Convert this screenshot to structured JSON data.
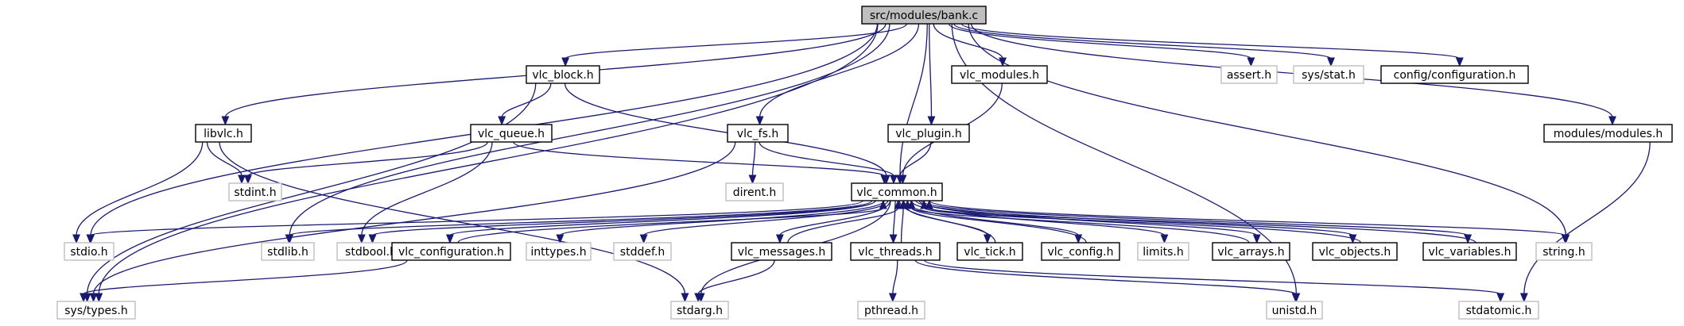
{
  "nodes": {
    "root": {
      "label": "src/modules/bank.c",
      "kind": "root",
      "interactable": false
    },
    "vlc_block": {
      "label": "vlc_block.h",
      "kind": "solid",
      "interactable": true
    },
    "vlc_modules": {
      "label": "vlc_modules.h",
      "kind": "solid",
      "interactable": true
    },
    "assert": {
      "label": "assert.h",
      "kind": "ext",
      "interactable": false
    },
    "sys_stat": {
      "label": "sys/stat.h",
      "kind": "ext",
      "interactable": false
    },
    "config_configuration": {
      "label": "config/configuration.h",
      "kind": "solid",
      "interactable": true
    },
    "libvlc": {
      "label": "libvlc.h",
      "kind": "solid",
      "interactable": true
    },
    "vlc_queue": {
      "label": "vlc_queue.h",
      "kind": "solid",
      "interactable": true
    },
    "vlc_fs": {
      "label": "vlc_fs.h",
      "kind": "solid",
      "interactable": true
    },
    "vlc_plugin": {
      "label": "vlc_plugin.h",
      "kind": "solid",
      "interactable": true
    },
    "modules_modules": {
      "label": "modules/modules.h",
      "kind": "solid",
      "interactable": true
    },
    "stdint": {
      "label": "stdint.h",
      "kind": "ext",
      "interactable": false
    },
    "dirent": {
      "label": "dirent.h",
      "kind": "ext",
      "interactable": false
    },
    "vlc_common": {
      "label": "vlc_common.h",
      "kind": "solid",
      "interactable": true
    },
    "stdio": {
      "label": "stdio.h",
      "kind": "ext",
      "interactable": false
    },
    "stdlib": {
      "label": "stdlib.h",
      "kind": "ext",
      "interactable": false
    },
    "stdbool": {
      "label": "stdbool.h",
      "kind": "ext",
      "interactable": false
    },
    "vlc_configuration": {
      "label": "vlc_configuration.h",
      "kind": "solid",
      "interactable": true
    },
    "inttypes": {
      "label": "inttypes.h",
      "kind": "ext",
      "interactable": false
    },
    "stddef": {
      "label": "stddef.h",
      "kind": "ext",
      "interactable": false
    },
    "vlc_messages": {
      "label": "vlc_messages.h",
      "kind": "solid",
      "interactable": true
    },
    "vlc_threads": {
      "label": "vlc_threads.h",
      "kind": "solid",
      "interactable": true
    },
    "vlc_tick": {
      "label": "vlc_tick.h",
      "kind": "solid",
      "interactable": true
    },
    "vlc_config": {
      "label": "vlc_config.h",
      "kind": "solid",
      "interactable": true
    },
    "limits": {
      "label": "limits.h",
      "kind": "ext",
      "interactable": false
    },
    "vlc_arrays": {
      "label": "vlc_arrays.h",
      "kind": "solid",
      "interactable": true
    },
    "vlc_objects": {
      "label": "vlc_objects.h",
      "kind": "solid",
      "interactable": true
    },
    "vlc_variables": {
      "label": "vlc_variables.h",
      "kind": "solid",
      "interactable": true
    },
    "string": {
      "label": "string.h",
      "kind": "ext",
      "interactable": false
    },
    "sys_types": {
      "label": "sys/types.h",
      "kind": "ext",
      "interactable": false
    },
    "stdarg": {
      "label": "stdarg.h",
      "kind": "ext",
      "interactable": false
    },
    "pthread": {
      "label": "pthread.h",
      "kind": "ext",
      "interactable": false
    },
    "unistd": {
      "label": "unistd.h",
      "kind": "ext",
      "interactable": false
    },
    "stdatomic": {
      "label": "stdatomic.h",
      "kind": "ext",
      "interactable": false
    }
  },
  "edges": [
    [
      "root",
      "vlc_block"
    ],
    [
      "root",
      "vlc_modules"
    ],
    [
      "root",
      "assert"
    ],
    [
      "root",
      "sys_stat"
    ],
    [
      "root",
      "config_configuration"
    ],
    [
      "root",
      "libvlc"
    ],
    [
      "root",
      "vlc_fs"
    ],
    [
      "root",
      "vlc_plugin"
    ],
    [
      "root",
      "modules_modules"
    ],
    [
      "root",
      "vlc_common"
    ],
    [
      "root",
      "stdio"
    ],
    [
      "root",
      "stdlib"
    ],
    [
      "root",
      "string"
    ],
    [
      "root",
      "sys_types"
    ],
    [
      "root",
      "unistd"
    ],
    [
      "vlc_block",
      "vlc_queue"
    ],
    [
      "vlc_block",
      "vlc_common"
    ],
    [
      "vlc_block",
      "sys_types"
    ],
    [
      "libvlc",
      "stdint"
    ],
    [
      "libvlc",
      "stdio"
    ],
    [
      "libvlc",
      "stdarg"
    ],
    [
      "vlc_queue",
      "stdint"
    ],
    [
      "vlc_queue",
      "stdbool"
    ],
    [
      "vlc_queue",
      "vlc_common"
    ],
    [
      "vlc_fs",
      "dirent"
    ],
    [
      "vlc_fs",
      "vlc_common"
    ],
    [
      "vlc_fs",
      "sys_types"
    ],
    [
      "vlc_modules",
      "vlc_common"
    ],
    [
      "vlc_plugin",
      "vlc_common"
    ],
    [
      "modules_modules",
      "stdatomic"
    ],
    [
      "vlc_common",
      "stdio"
    ],
    [
      "vlc_common",
      "stdlib"
    ],
    [
      "vlc_common",
      "stdbool"
    ],
    [
      "vlc_common",
      "vlc_configuration"
    ],
    [
      "vlc_common",
      "inttypes"
    ],
    [
      "vlc_common",
      "stddef"
    ],
    [
      "vlc_common",
      "vlc_messages"
    ],
    [
      "vlc_common",
      "vlc_threads"
    ],
    [
      "vlc_common",
      "vlc_tick"
    ],
    [
      "vlc_common",
      "vlc_config"
    ],
    [
      "vlc_common",
      "limits"
    ],
    [
      "vlc_common",
      "vlc_arrays"
    ],
    [
      "vlc_common",
      "vlc_objects"
    ],
    [
      "vlc_common",
      "vlc_variables"
    ],
    [
      "vlc_common",
      "string"
    ],
    [
      "vlc_common",
      "stdarg"
    ],
    [
      "vlc_configuration",
      "vlc_common"
    ],
    [
      "vlc_configuration",
      "sys_types"
    ],
    [
      "vlc_messages",
      "vlc_common"
    ],
    [
      "vlc_messages",
      "stdarg"
    ],
    [
      "vlc_threads",
      "vlc_common"
    ],
    [
      "vlc_threads",
      "pthread"
    ],
    [
      "vlc_threads",
      "unistd"
    ],
    [
      "vlc_threads",
      "stdatomic"
    ],
    [
      "vlc_tick",
      "vlc_common"
    ],
    [
      "vlc_config",
      "vlc_common"
    ],
    [
      "vlc_arrays",
      "vlc_common"
    ],
    [
      "vlc_objects",
      "vlc_common"
    ],
    [
      "vlc_variables",
      "vlc_common"
    ]
  ]
}
